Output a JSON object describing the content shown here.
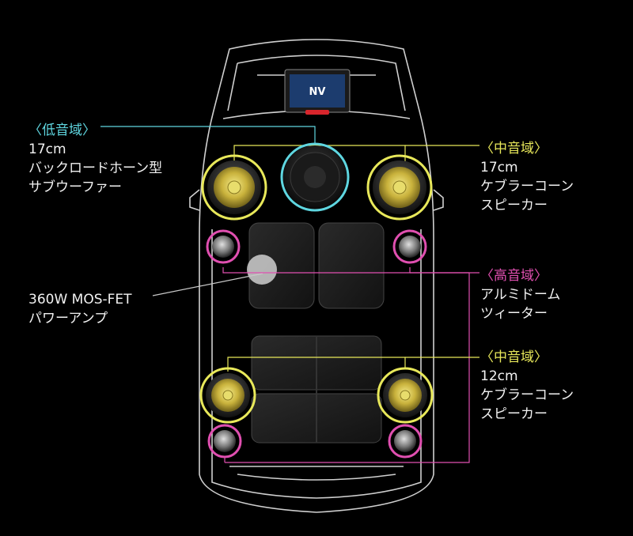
{
  "colors": {
    "low": "#5fd6e0",
    "mid": "#e8e85a",
    "high": "#e04fb0",
    "amp": "#c8c8c8"
  },
  "labels": {
    "subwoofer": {
      "band": "〈低音域〉",
      "lines": [
        "17cm",
        "バックロードホーン型",
        "サブウーファー"
      ]
    },
    "front_mid": {
      "band": "〈中音域〉",
      "lines": [
        "17cm",
        "ケブラーコーン",
        "スピーカー"
      ]
    },
    "amp": {
      "lines": [
        "360W MOS-FET",
        "パワーアンプ"
      ]
    },
    "tweeter": {
      "band": "〈高音域〉",
      "lines": [
        "アルミドーム",
        "ツィーター"
      ]
    },
    "rear_mid": {
      "band": "〈中音域〉",
      "lines": [
        "12cm",
        "ケブラーコーン",
        "スピーカー"
      ]
    }
  },
  "head_unit": {
    "screen_logo": "NV"
  }
}
